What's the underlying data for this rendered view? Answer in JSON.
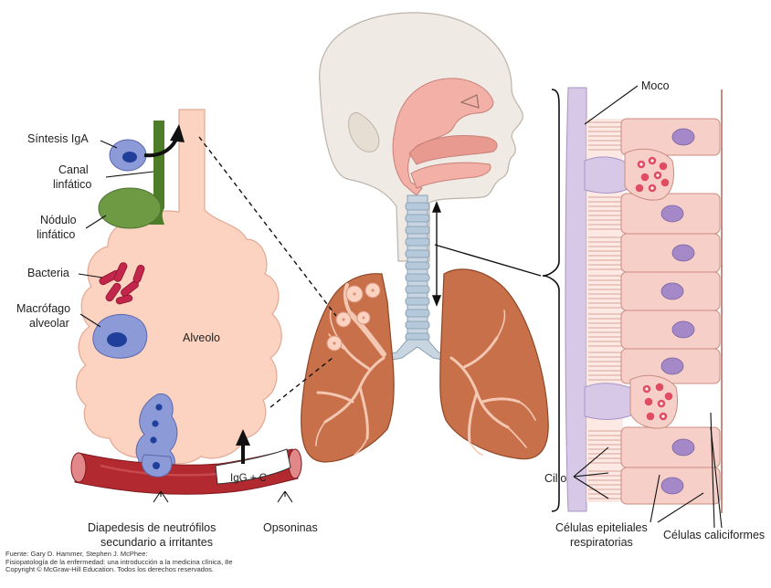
{
  "labels": {
    "sintesis_iga": "Síntesis IgA",
    "canal_1": "Canal",
    "canal_2": "linfático",
    "nodulo_1": "Nódulo",
    "nodulo_2": "linfático",
    "bacteria": "Bacteria",
    "macrofago_1": "Macrófago",
    "macrofago_2": "alveolar",
    "alveolo": "Alveolo",
    "igg": "IgG + C",
    "diapedesis_1": "Diapedesis de neutrófilos",
    "diapedesis_2": "secundario a irritantes",
    "opsoninas": "Opsoninas",
    "moco": "Moco",
    "cilio": "Cilio",
    "celulas_epiteliales_1": "Células epiteliales",
    "celulas_epiteliales_2": "respiratorias",
    "celulas_caliciformes": "Células caliciformes"
  },
  "source": {
    "line1": "Fuente: Gary D. Hammer, Stephen J. McPhee:",
    "line2": "Fisiopatología de la enfermedad: una introducción a la medicina clínica, 8e",
    "line3": "Copyright © McGraw-Hill Education. Todos los derechos reservados."
  },
  "colors": {
    "alveolus": "#fbd3c0",
    "macrophage": "#8d9ad8",
    "nucleus": "#1f3f9b",
    "lymph_node": "#6f9a44",
    "lymph_canal": "#4e7d28",
    "bacteria": "#c2264a",
    "vessel": "#b22a2f",
    "lung": "#c8704a",
    "mucus": "#d7c8e8",
    "epithelium": "#f6d0c8",
    "goblet_vesicle": "#e04d63",
    "trachea": "#b5c9da",
    "head": "#efeae4"
  }
}
